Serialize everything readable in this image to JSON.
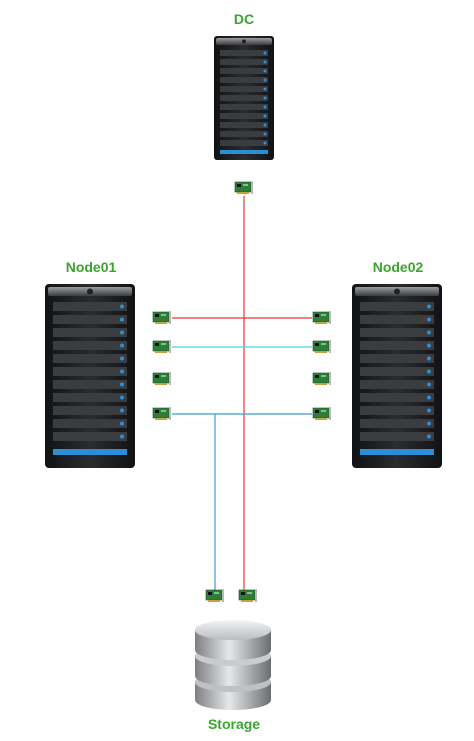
{
  "nodes": {
    "dc": {
      "label": "DC"
    },
    "node01": {
      "label": "Node01"
    },
    "node02": {
      "label": "Node02"
    },
    "storage": {
      "label": "Storage"
    }
  },
  "colors": {
    "label_green": "#3aa52d",
    "link_red": "#e23b3b",
    "link_cyan": "#4fd3e6",
    "link_blue": "#3a9bdc",
    "server_body": "#1e1f22",
    "server_led": "#2b8fd6",
    "nic_board": "#2f7d3a"
  },
  "connections": [
    {
      "from": "DC",
      "to": "Storage",
      "color": "red"
    },
    {
      "from": "Node01",
      "to": "Node02",
      "color": "red"
    },
    {
      "from": "Node01",
      "to": "Node02",
      "color": "cyan"
    },
    {
      "from": "Node01",
      "to": "Node02",
      "color": "blue"
    },
    {
      "from": "Node01",
      "to": "Storage",
      "color": "blue"
    }
  ],
  "icons": [
    "server-icon",
    "nic-card-icon",
    "database-icon"
  ]
}
